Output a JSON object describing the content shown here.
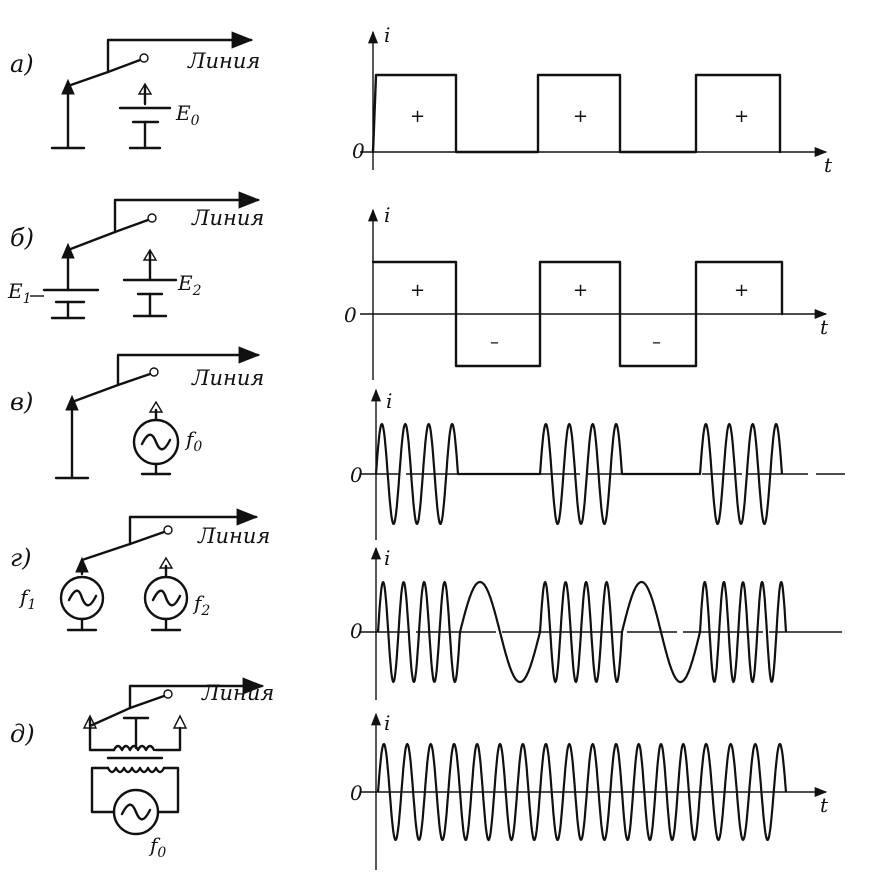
{
  "line_label": "Линия",
  "axis": {
    "current": "i",
    "time": "t",
    "origin": "0"
  },
  "rows": [
    {
      "letter": "а)",
      "sources": [
        "E0"
      ],
      "waveform": "unipolar-pulses",
      "pulse_signs": [
        "+",
        "+",
        "+"
      ]
    },
    {
      "letter": "б)",
      "sources": [
        "E1",
        "E2"
      ],
      "waveform": "bipolar-pulses",
      "pulse_signs": [
        "+",
        "–",
        "+",
        "–",
        "+"
      ]
    },
    {
      "letter": "в)",
      "sources": [
        "f0"
      ],
      "waveform": "amplitude-keying",
      "pulse_signs": []
    },
    {
      "letter": "г)",
      "sources": [
        "f1",
        "f2"
      ],
      "waveform": "frequency-keying",
      "pulse_signs": []
    },
    {
      "letter": "д)",
      "sources": [
        "f0"
      ],
      "waveform": "phase-keying",
      "pulse_signs": []
    }
  ],
  "labels": {
    "a_letter": "а)",
    "b_letter": "б)",
    "v_letter": "в)",
    "g_letter": "г)",
    "d_letter": "д)",
    "E0_main": "E",
    "E0_sub": "0",
    "E1_main": "E",
    "E1_sub": "1",
    "E2_main": "E",
    "E2_sub": "2",
    "f0_main": "f",
    "f0_sub": "0",
    "f1_main": "f",
    "f1_sub": "1",
    "f2_main": "f",
    "f2_sub": "2",
    "f0d_main": "f",
    "f0d_sub": "0",
    "plus": "+",
    "minus": "–"
  }
}
